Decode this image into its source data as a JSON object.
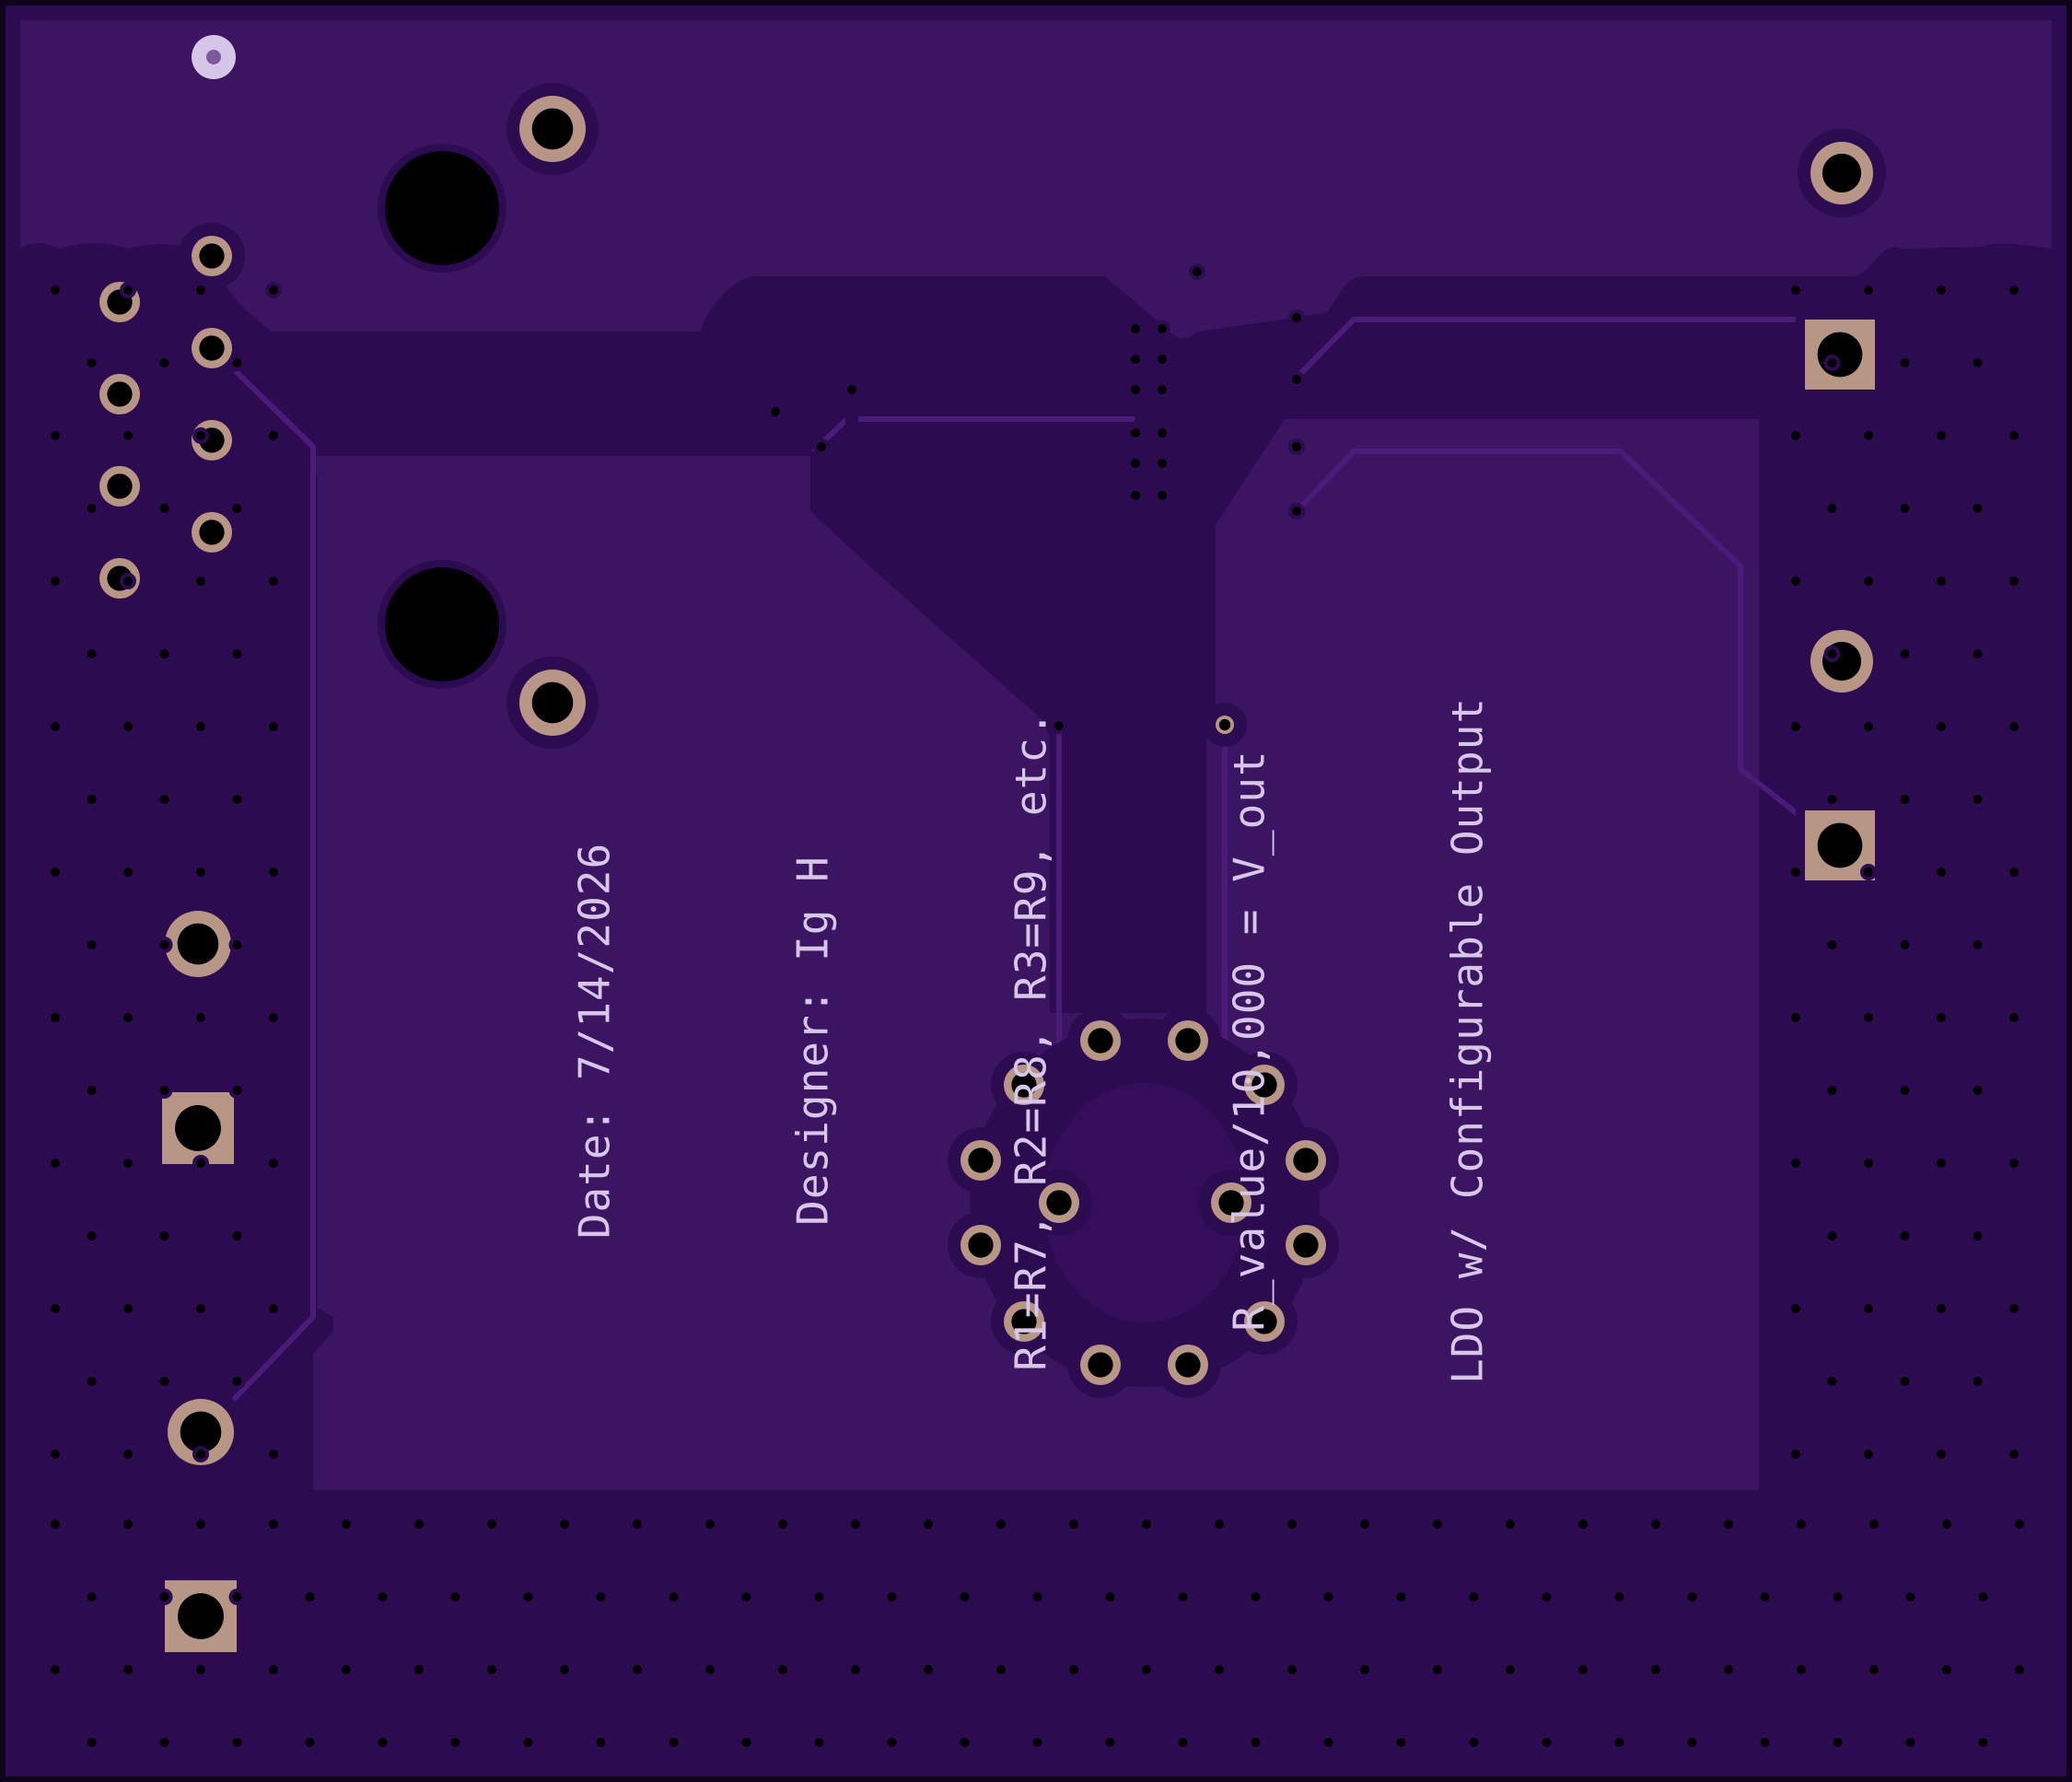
{
  "board": {
    "colors": {
      "background": "#1b0a2e",
      "edge": "#0e041c",
      "copper_fill": "#3b1462",
      "isolation": "#2d0b51",
      "trace": "#370f5e",
      "pad_copper": "#b89686",
      "drill": "#000000",
      "stitch_via_ring": "#8e6f9a",
      "silkscreen": "#d6c6e8"
    },
    "silkscreen": {
      "lines": [
        "Date: 7/14/2026",
        "Designer: Ig H",
        "R1=R7, R2=R8, R3=R9, etc.",
        "R_value/10,000 = V_out",
        "LDO w/ Configurable Output"
      ]
    }
  }
}
